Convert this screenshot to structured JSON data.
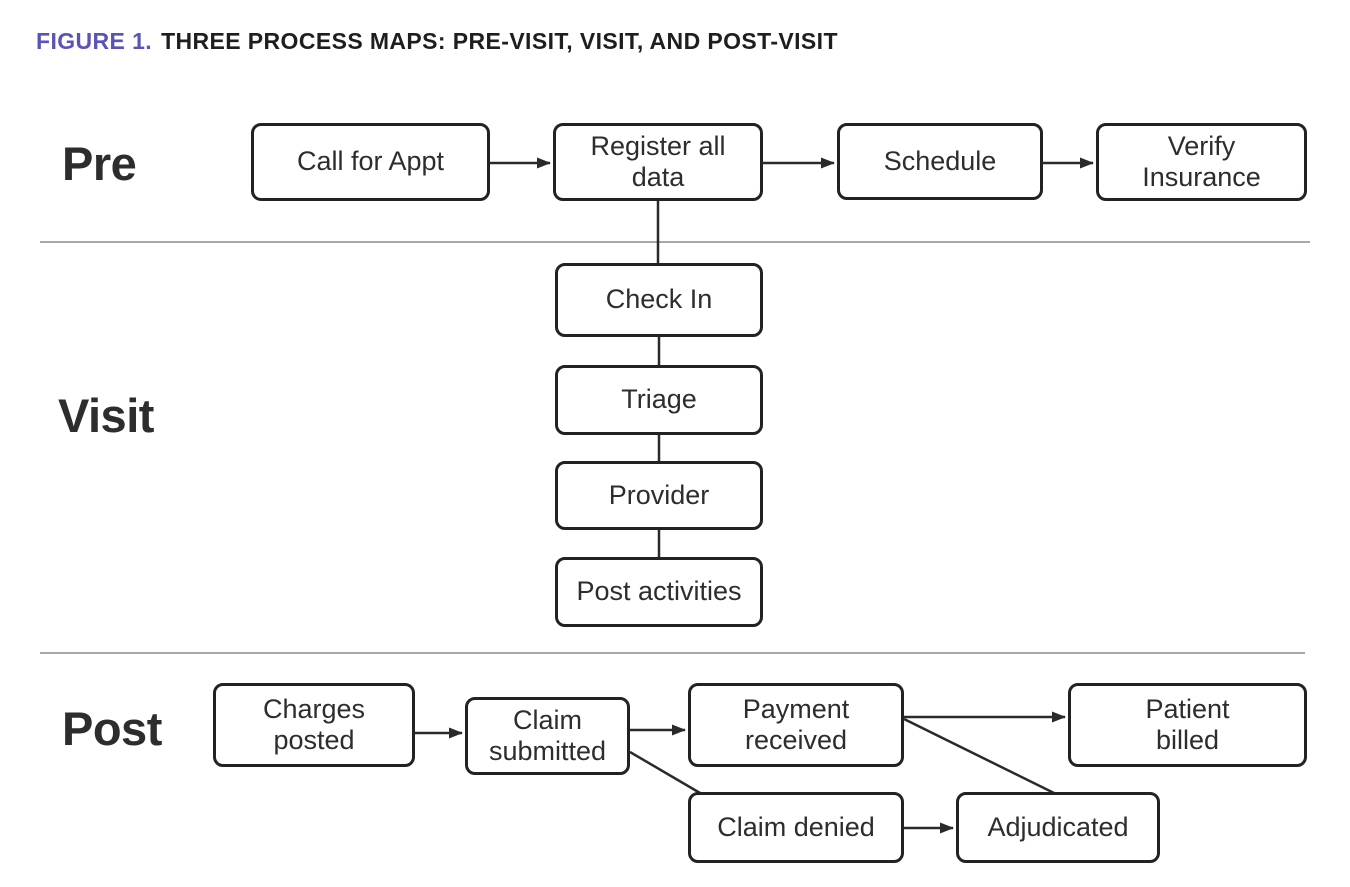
{
  "figure": {
    "label": "FIGURE 1.",
    "title": "THREE PROCESS MAPS: PRE-VISIT, VISIT, AND POST-VISIT"
  },
  "colors": {
    "accent_purple": "#5a55b4",
    "text_ink": "#2d2d2d",
    "connector_line": "#2a2a2a",
    "divider_gray": "#a8a8a8",
    "node_background": "#ffffff"
  },
  "sections": {
    "pre": {
      "label": "Pre",
      "nodes": {
        "call_for_appt": "Call for Appt",
        "register_all_data": "Register all\ndata",
        "schedule": "Schedule",
        "verify_insurance": "Verify\nInsurance"
      }
    },
    "visit": {
      "label": "Visit",
      "nodes": {
        "check_in": "Check In",
        "triage": "Triage",
        "provider": "Provider",
        "post_activities": "Post activities"
      }
    },
    "post": {
      "label": "Post",
      "nodes": {
        "charges_posted": "Charges\nposted",
        "claim_submitted": "Claim\nsubmitted",
        "payment_received": "Payment\nreceived",
        "patient_billed": "Patient\nbilled",
        "claim_denied": "Claim denied",
        "adjudicated": "Adjudicated"
      }
    }
  },
  "edges": [
    {
      "from": "call_for_appt",
      "to": "register_all_data",
      "arrow": true
    },
    {
      "from": "register_all_data",
      "to": "schedule",
      "arrow": true
    },
    {
      "from": "schedule",
      "to": "verify_insurance",
      "arrow": true
    },
    {
      "from": "register_all_data",
      "to": "check_in",
      "arrow": false
    },
    {
      "from": "check_in",
      "to": "triage",
      "arrow": false
    },
    {
      "from": "triage",
      "to": "provider",
      "arrow": false
    },
    {
      "from": "provider",
      "to": "post_activities",
      "arrow": false
    },
    {
      "from": "charges_posted",
      "to": "claim_submitted",
      "arrow": true
    },
    {
      "from": "claim_submitted",
      "to": "payment_received",
      "arrow": true
    },
    {
      "from": "payment_received",
      "to": "patient_billed",
      "arrow": true
    },
    {
      "from": "claim_submitted",
      "to": "claim_denied",
      "arrow": false
    },
    {
      "from": "payment_received",
      "to": "adjudicated",
      "arrow": false
    },
    {
      "from": "claim_denied",
      "to": "adjudicated",
      "arrow": true
    }
  ]
}
